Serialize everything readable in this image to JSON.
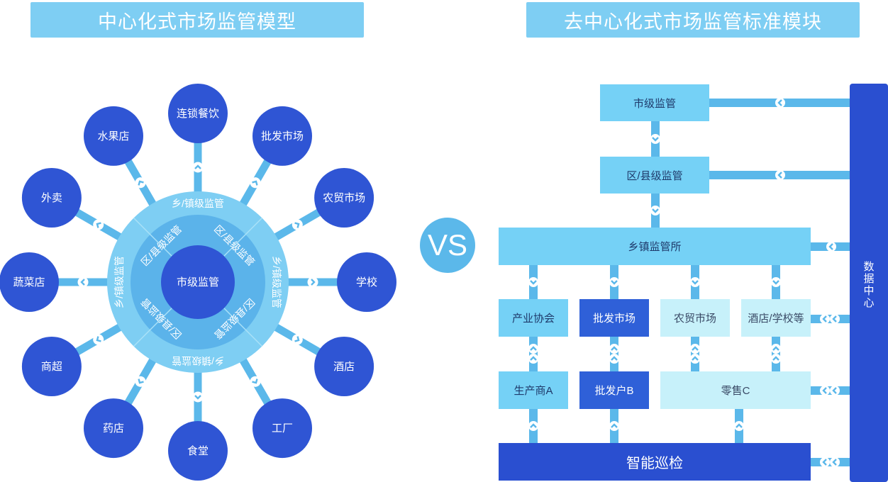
{
  "left_title": "中心化式市场监管模型",
  "right_title": "去中心化式市场监管标准模块",
  "vs": "VS",
  "radial": {
    "center": "市级监管",
    "inner_ring": [
      "区/县级监管",
      "区/县级监管",
      "区/县级监管",
      "区/县级监管"
    ],
    "outer_ring": [
      "乡/镇级监管",
      "乡/镇级监管",
      "乡/镇级监管",
      "乡/镇级监管"
    ],
    "petals": [
      "连锁餐饮",
      "批发市场",
      "农贸市场",
      "学校",
      "酒店",
      "工厂",
      "食堂",
      "药店",
      "商超",
      "蔬菜店",
      "外卖",
      "水果店"
    ]
  },
  "tree": {
    "city": "市级监管",
    "district": "区/县级监管",
    "town": "乡镇监管所",
    "tier1": [
      "产业协会",
      "批发市场",
      "农贸市场",
      "酒店/学校等"
    ],
    "tier2": [
      "生产商A",
      "批发户B",
      "零售C"
    ],
    "inspection": "智能巡检",
    "data_center": "数据中心"
  },
  "colors": {
    "banner": "#7ecef3",
    "light_box": "#75d1f6",
    "dark_box": "#2f60d8",
    "pale_box": "#c7f1fa",
    "navy": "#2a4fd0"
  },
  "icons": {
    "connector": "chevron-icon"
  }
}
